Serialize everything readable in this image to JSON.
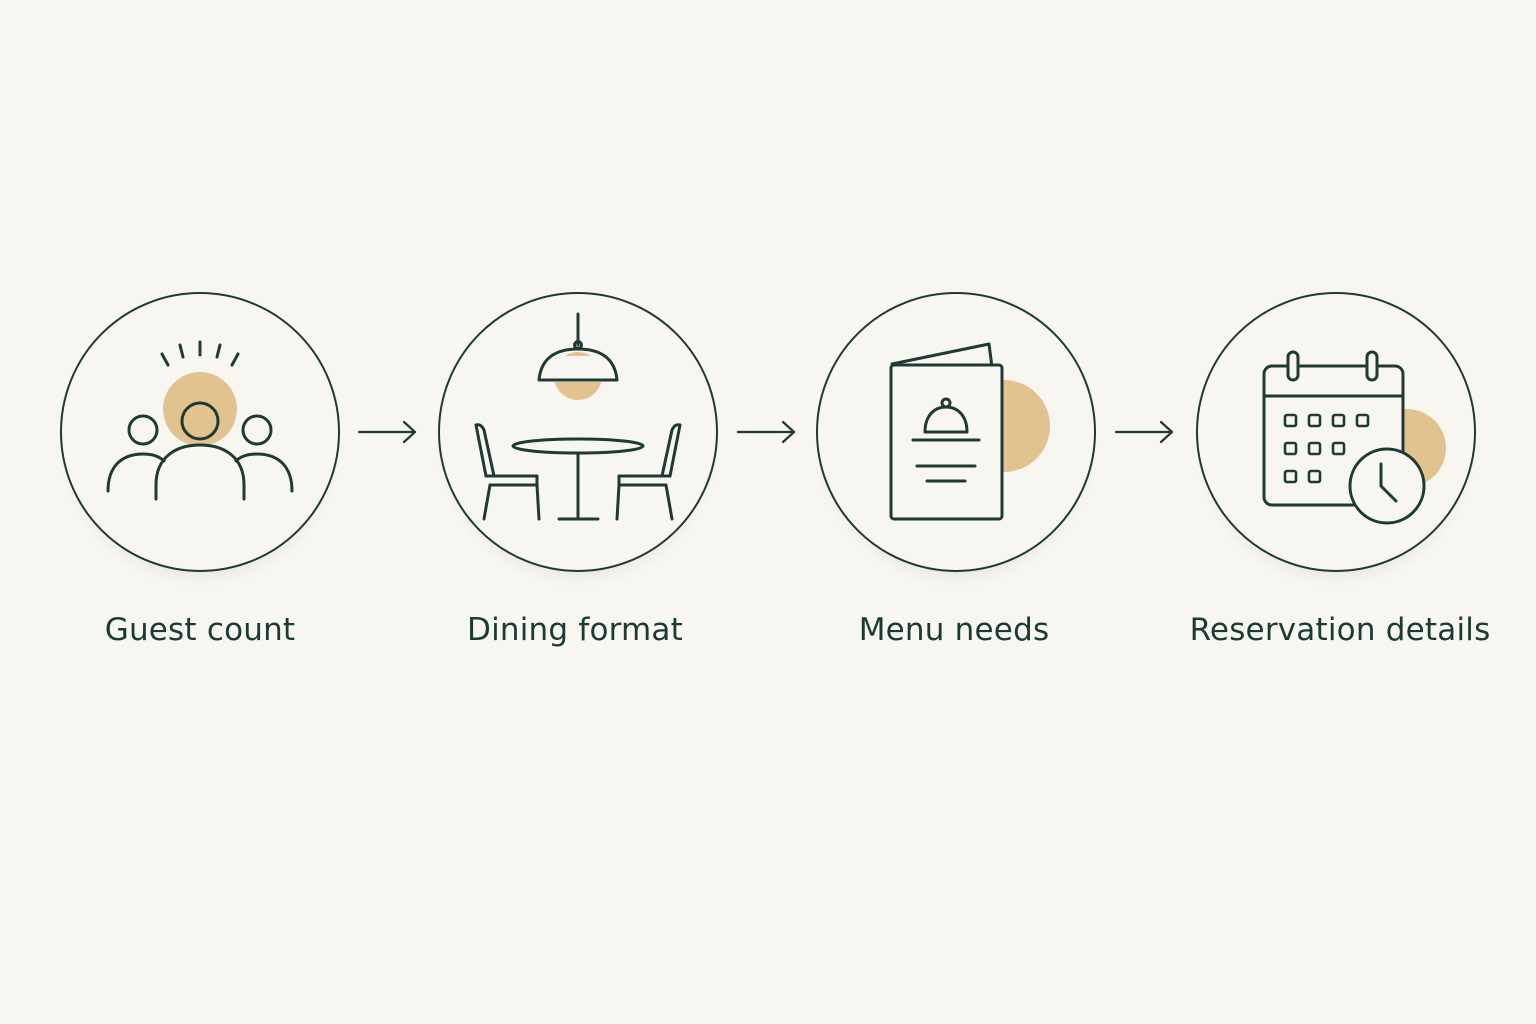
{
  "steps": [
    {
      "label": "Guest count",
      "icon": "guests-icon"
    },
    {
      "label": "Dining format",
      "icon": "dining-table-icon"
    },
    {
      "label": "Menu needs",
      "icon": "menu-cloche-icon"
    },
    {
      "label": "Reservation details",
      "icon": "calendar-clock-icon"
    }
  ],
  "colors": {
    "background": "#f8f6f1",
    "line": "#1f3a34",
    "accent": "#e2c28f",
    "text": "#1a3b33"
  }
}
